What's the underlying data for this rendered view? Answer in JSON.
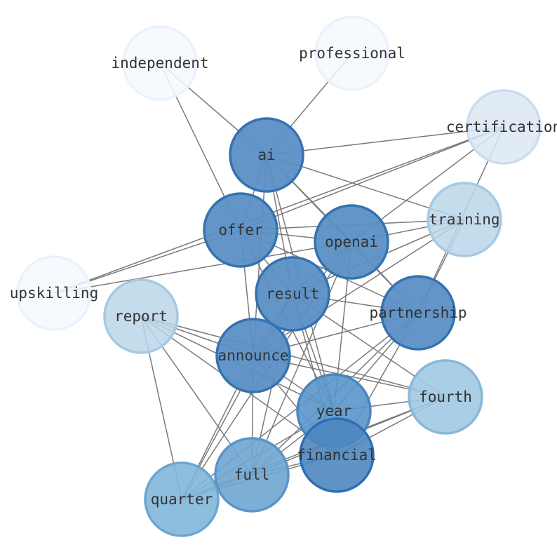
{
  "graph": {
    "nodes": [
      {
        "id": "independent",
        "label": "independent",
        "color": "#f5f9fe",
        "stroke": "#eaf2fb",
        "opacity": 0.85
      },
      {
        "id": "professional",
        "label": "professional",
        "color": "#f5f9fe",
        "stroke": "#eaf2fb",
        "opacity": 0.85
      },
      {
        "id": "certification",
        "label": "certification",
        "color": "#dbe8f4",
        "stroke": "#cbdcef",
        "opacity": 0.85
      },
      {
        "id": "training",
        "label": "training",
        "color": "#bbd6ea",
        "stroke": "#a6c9e3",
        "opacity": 0.85
      },
      {
        "id": "upskilling",
        "label": "upskilling",
        "color": "#f5f9fe",
        "stroke": "#eaf2fb",
        "opacity": 0.85
      },
      {
        "id": "report",
        "label": "report",
        "color": "#bbd6ea",
        "stroke": "#a6c9e3",
        "opacity": 0.85
      },
      {
        "id": "fourth",
        "label": "fourth",
        "color": "#a1c9e3",
        "stroke": "#88b8d9",
        "opacity": 0.9
      },
      {
        "id": "quarter",
        "label": "quarter",
        "color": "#82b7da",
        "stroke": "#6aa6d1",
        "opacity": 0.9
      },
      {
        "id": "full",
        "label": "full",
        "color": "#6ea5d2",
        "stroke": "#5a95c8",
        "opacity": 0.9
      },
      {
        "id": "year",
        "label": "year",
        "color": "#5a96ca",
        "stroke": "#4a86bd",
        "opacity": 0.9
      },
      {
        "id": "financial",
        "label": "financial",
        "color": "#4e86bf",
        "stroke": "#2d6fb4",
        "opacity": 0.9
      },
      {
        "id": "ai",
        "label": "ai",
        "color": "#5b8fc5",
        "stroke": "#3572b0",
        "opacity": 0.95
      },
      {
        "id": "offer",
        "label": "offer",
        "color": "#5b8fc5",
        "stroke": "#3572b0",
        "opacity": 0.95
      },
      {
        "id": "openai",
        "label": "openai",
        "color": "#5b8fc5",
        "stroke": "#3572b0",
        "opacity": 0.95
      },
      {
        "id": "result",
        "label": "result",
        "color": "#5b8fc5",
        "stroke": "#3572b0",
        "opacity": 0.95
      },
      {
        "id": "partnership",
        "label": "partnership",
        "color": "#5b8fc5",
        "stroke": "#3572b0",
        "opacity": 0.95
      },
      {
        "id": "announce",
        "label": "announce",
        "color": "#5b8fc5",
        "stroke": "#3572b0",
        "opacity": 0.95
      }
    ],
    "edges": [
      [
        "independent",
        "ai"
      ],
      [
        "independent",
        "offer"
      ],
      [
        "professional",
        "ai"
      ],
      [
        "certification",
        "ai"
      ],
      [
        "certification",
        "offer"
      ],
      [
        "certification",
        "openai"
      ],
      [
        "certification",
        "partnership"
      ],
      [
        "ai",
        "training"
      ],
      [
        "ai",
        "openai"
      ],
      [
        "ai",
        "result"
      ],
      [
        "ai",
        "partnership"
      ],
      [
        "ai",
        "announce"
      ],
      [
        "ai",
        "year"
      ],
      [
        "ai",
        "offer"
      ],
      [
        "offer",
        "training"
      ],
      [
        "offer",
        "openai"
      ],
      [
        "offer",
        "result"
      ],
      [
        "offer",
        "partnership"
      ],
      [
        "offer",
        "announce"
      ],
      [
        "offer",
        "year"
      ],
      [
        "offer",
        "upskilling"
      ],
      [
        "upskilling",
        "openai"
      ],
      [
        "upskilling",
        "certification"
      ],
      [
        "openai",
        "training"
      ],
      [
        "openai",
        "partnership"
      ],
      [
        "openai",
        "result"
      ],
      [
        "openai",
        "announce"
      ],
      [
        "openai",
        "year"
      ],
      [
        "openai",
        "full"
      ],
      [
        "openai",
        "quarter"
      ],
      [
        "training",
        "result"
      ],
      [
        "training",
        "partnership"
      ],
      [
        "training",
        "announce"
      ],
      [
        "result",
        "partnership"
      ],
      [
        "result",
        "announce"
      ],
      [
        "result",
        "year"
      ],
      [
        "result",
        "full"
      ],
      [
        "result",
        "quarter"
      ],
      [
        "result",
        "fourth"
      ],
      [
        "result",
        "financial"
      ],
      [
        "partnership",
        "announce"
      ],
      [
        "partnership",
        "year"
      ],
      [
        "partnership",
        "financial"
      ],
      [
        "partnership",
        "full"
      ],
      [
        "partnership",
        "quarter"
      ],
      [
        "report",
        "announce"
      ],
      [
        "report",
        "year"
      ],
      [
        "report",
        "financial"
      ],
      [
        "report",
        "full"
      ],
      [
        "report",
        "quarter"
      ],
      [
        "report",
        "fourth"
      ],
      [
        "announce",
        "year"
      ],
      [
        "announce",
        "financial"
      ],
      [
        "announce",
        "full"
      ],
      [
        "announce",
        "quarter"
      ],
      [
        "announce",
        "fourth"
      ],
      [
        "fourth",
        "year"
      ],
      [
        "fourth",
        "financial"
      ],
      [
        "fourth",
        "full"
      ],
      [
        "fourth",
        "quarter"
      ],
      [
        "year",
        "financial"
      ],
      [
        "year",
        "full"
      ],
      [
        "year",
        "quarter"
      ],
      [
        "financial",
        "full"
      ],
      [
        "financial",
        "quarter"
      ],
      [
        "full",
        "quarter"
      ]
    ]
  }
}
